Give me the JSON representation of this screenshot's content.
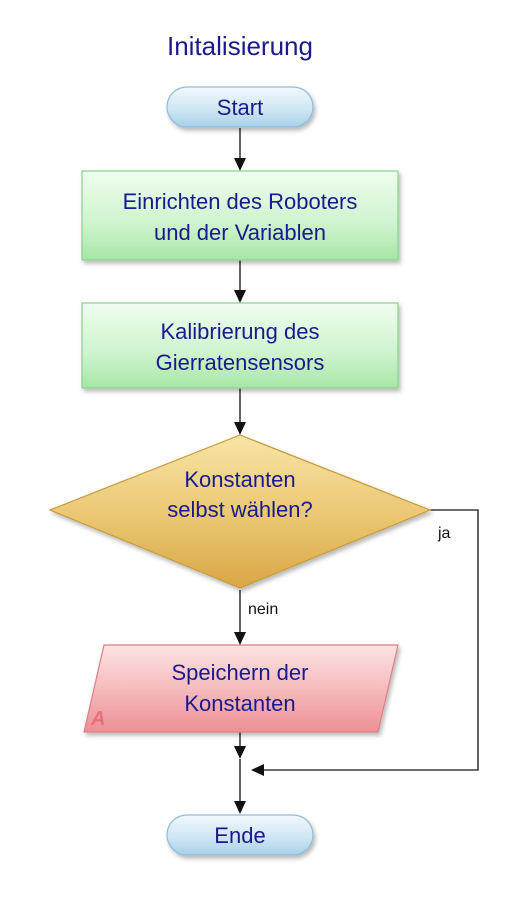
{
  "title": "Initalisierung",
  "nodes": {
    "start": {
      "label": "Start"
    },
    "setup": {
      "line1": "Einrichten des Roboters",
      "line2": "und der Variablen"
    },
    "calibrate": {
      "line1": "Kalibrierung des",
      "line2": "Gierratensensors"
    },
    "decision": {
      "line1": "Konstanten",
      "line2": "selbst wählen?"
    },
    "store": {
      "line1": "Speichern der",
      "line2": "Konstanten",
      "marker": "A"
    },
    "end": {
      "label": "Ende"
    }
  },
  "edges": {
    "yes_label": "ja",
    "no_label": "nein"
  },
  "colors": {
    "text": "#1b1a8c",
    "terminal_fill": "#cfe6f3",
    "terminal_stroke": "#8fbcd9",
    "process_fill": "#cdf3cd",
    "process_stroke": "#88d088",
    "decision_fill": "#eac670",
    "decision_stroke": "#c89a3a",
    "io_fill": "#f5b7b9",
    "io_stroke": "#e07e84"
  }
}
